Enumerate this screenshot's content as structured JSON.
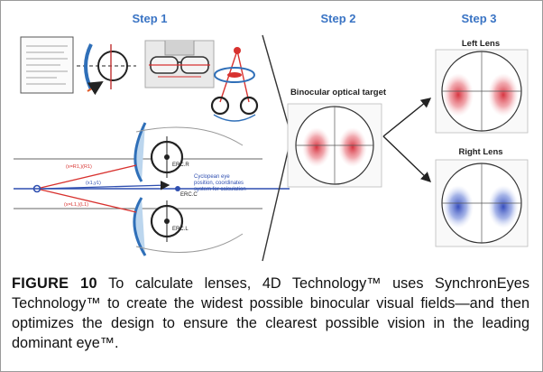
{
  "steps": {
    "step1": "Step 1",
    "step2": "Step 2",
    "step3": "Step 3"
  },
  "labels": {
    "binocular_target": "Binocular optical target",
    "left_lens": "Left Lens",
    "right_lens": "Right Lens",
    "cyclopean_note_1": "Cyclopean eye",
    "cyclopean_note_2": "position, coordinates",
    "cyclopean_note_3": "system for calculation",
    "erc_r": "ERC.R",
    "erc_c": "ERC.C",
    "erc_l": "ERC.L",
    "coord_upper": "(x=R1,)(R1)",
    "coord_mid": "(x1,y1)",
    "coord_lower": "(x=L1,)(L1)"
  },
  "caption": {
    "lead": "FIGURE 10",
    "text": " To calculate lenses, 4D Technology™ uses SynchronEyes Technology™ to create the widest possible binocular visual fields—and then optimizes the design to ensure the clearest possible vision in the leading dominant eye™."
  },
  "colors": {
    "step_title": "#3a74c4",
    "zone_red": "#e0404a",
    "zone_blue": "#3a55c8",
    "lens_blue": "#5a93cf",
    "ray_red": "#d8322f",
    "ray_blue": "#2f4fb0"
  }
}
